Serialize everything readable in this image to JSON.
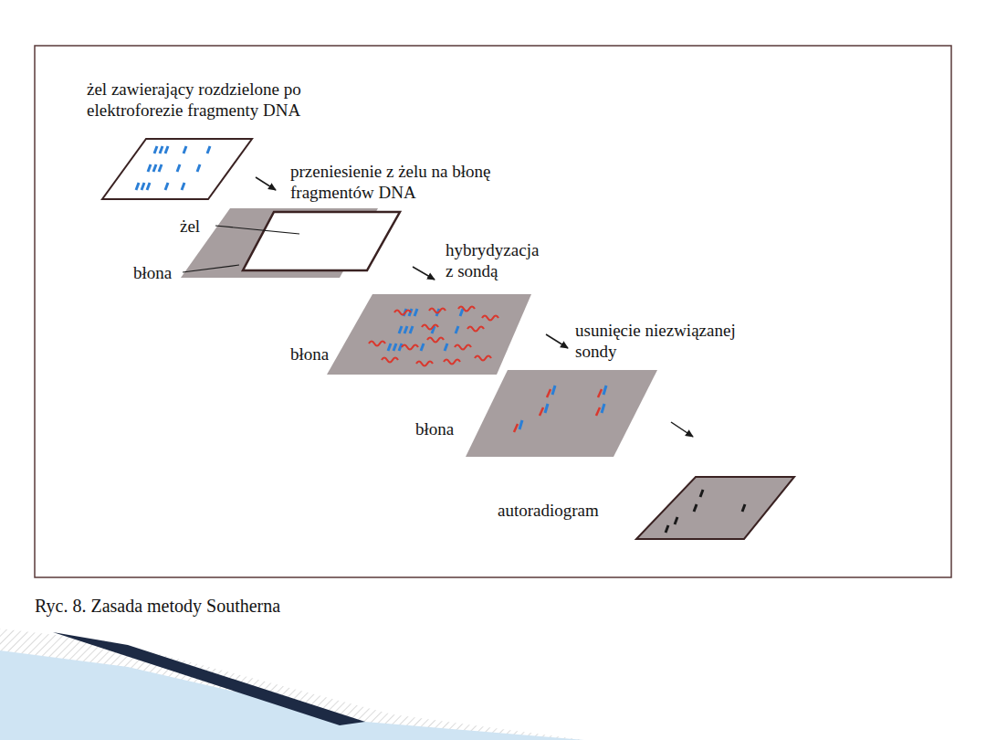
{
  "diagram": {
    "caption": "Ryc. 8. Zasada metody Southerna",
    "labels": [
      "żel zawierający rozdzielone po elektroforezie fragmenty DNA",
      "przeniesienie z żelu na błonę fragmentów DNA",
      "żel",
      "błona",
      "hybrydyzacja z sondą",
      "błona",
      "usunięcie niezwiązanej sondy",
      "błona",
      "autoradiogram"
    ]
  }
}
